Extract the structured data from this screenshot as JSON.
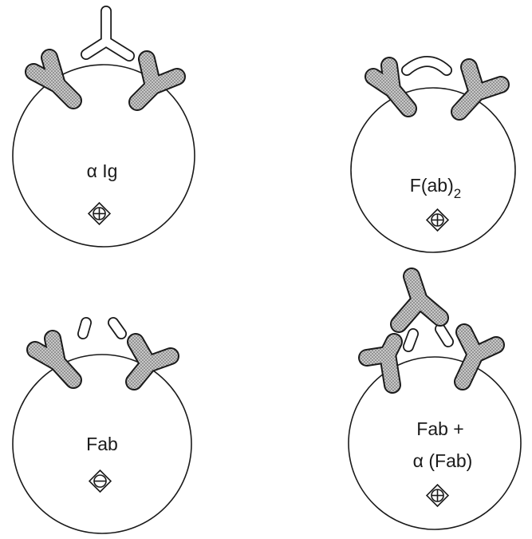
{
  "panels": {
    "top_left": {
      "label": "α Ig",
      "sign": "+"
    },
    "top_right": {
      "label_main": "F(ab)",
      "label_sub": "2",
      "sign": "+"
    },
    "bottom_left": {
      "label": "Fab",
      "sign": "−"
    },
    "bottom_right": {
      "label_line1": "Fab +",
      "label_line2": "α (Fab)",
      "sign": "+"
    }
  },
  "colors": {
    "outline": "#1a1a1a",
    "stipple_light": "#c8c8c8",
    "stipple_dark": "#555555",
    "background": "#ffffff"
  }
}
